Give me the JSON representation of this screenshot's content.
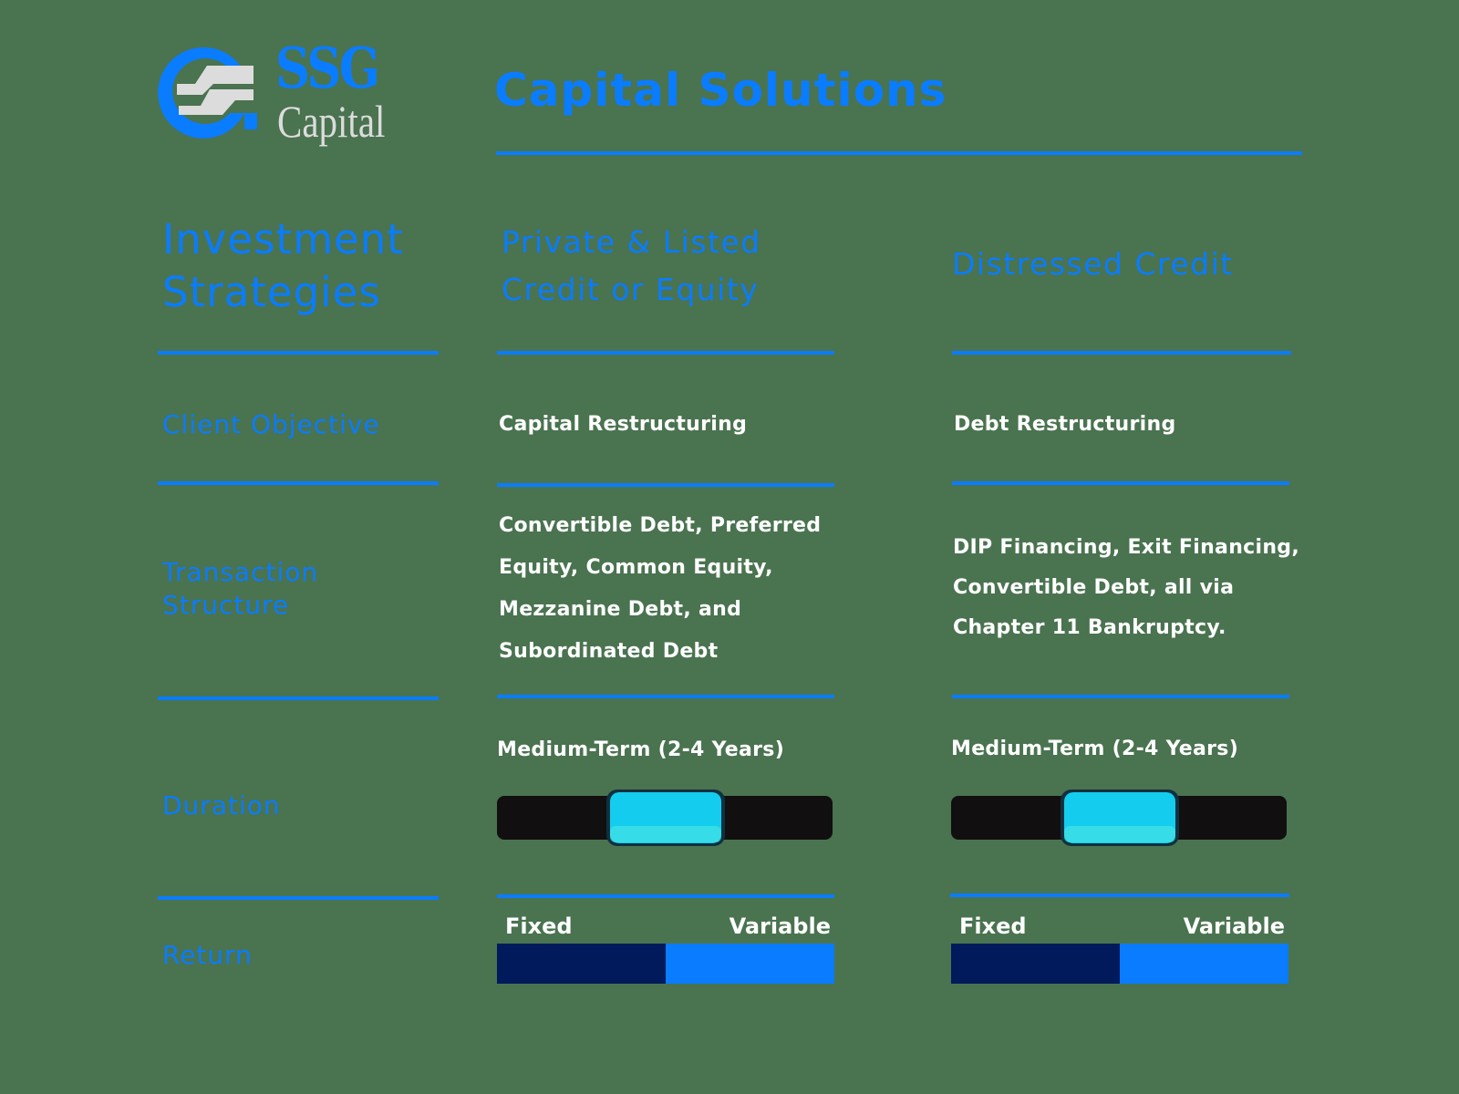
{
  "logo": {
    "mark_icon": "ssg-circle-logo-icon",
    "line1": "SSG",
    "line2": "Capital"
  },
  "header": {
    "title": "Capital Solutions"
  },
  "table": {
    "corner_title_line1": "Investment",
    "corner_title_line2": "Strategies",
    "columns": [
      {
        "label_line1": "Private & Listed",
        "label_line2": "Credit or Equity"
      },
      {
        "label_line1": "Distressed Credit",
        "label_line2": ""
      }
    ],
    "rows": {
      "client_objective": {
        "label": "Client Objective",
        "values": [
          "Capital Restructuring",
          "Debt Restructuring"
        ]
      },
      "transaction_structure": {
        "label_line1": "Transaction",
        "label_line2": "Structure",
        "values": [
          [
            "Convertible Debt, Preferred",
            "Equity, Common Equity,",
            "Mezzanine Debt, and",
            "Subordinated Debt"
          ],
          [
            "DIP Financing, Exit Financing,",
            "Convertible Debt, all via",
            "Chapter 11 Bankruptcy."
          ]
        ]
      },
      "duration": {
        "label": "Duration",
        "values": [
          "Medium-Term (2-4 Years)",
          "Medium-Term (2-4 Years)"
        ],
        "indicator_position": "middle"
      },
      "return": {
        "label": "Return",
        "left_label": "Fixed",
        "right_label": "Variable",
        "split_percent": [
          50,
          50
        ]
      }
    }
  },
  "colors": {
    "background": "#4a7350",
    "accent_blue": "#0a7cff",
    "fixed_navy": "#001a5c",
    "duration_glow": "#18d2f0",
    "text_white": "#ffffff",
    "logo_gray": "#dcdcdc"
  }
}
